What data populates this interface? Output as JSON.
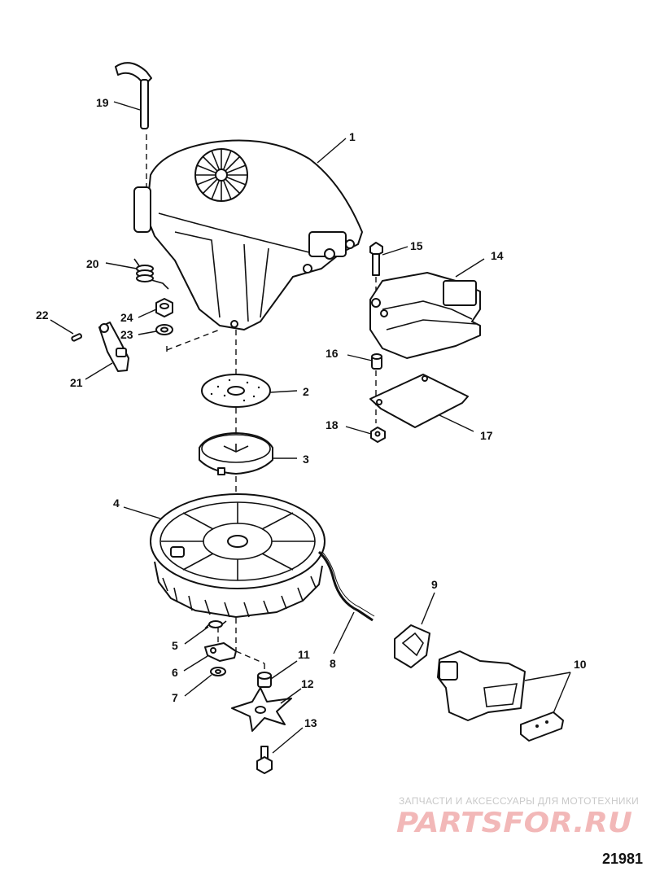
{
  "callouts": {
    "c1": "1",
    "c2": "2",
    "c3": "3",
    "c4": "4",
    "c5": "5",
    "c6": "6",
    "c7": "7",
    "c8": "8",
    "c9": "9",
    "c10": "10",
    "c11": "11",
    "c12": "12",
    "c13": "13",
    "c14": "14",
    "c15": "15",
    "c16": "16",
    "c17": "17",
    "c18": "18",
    "c19": "19",
    "c20": "20",
    "c21": "21",
    "c22": "22",
    "c23": "23",
    "c24": "24"
  },
  "watermark": {
    "tagline": "ЗАПЧАСТИ И АКСЕССУАРЫ ДЛЯ МОТОТЕХНИКИ",
    "logo": "PARTSFOR.RU"
  },
  "figure_number": "21981"
}
